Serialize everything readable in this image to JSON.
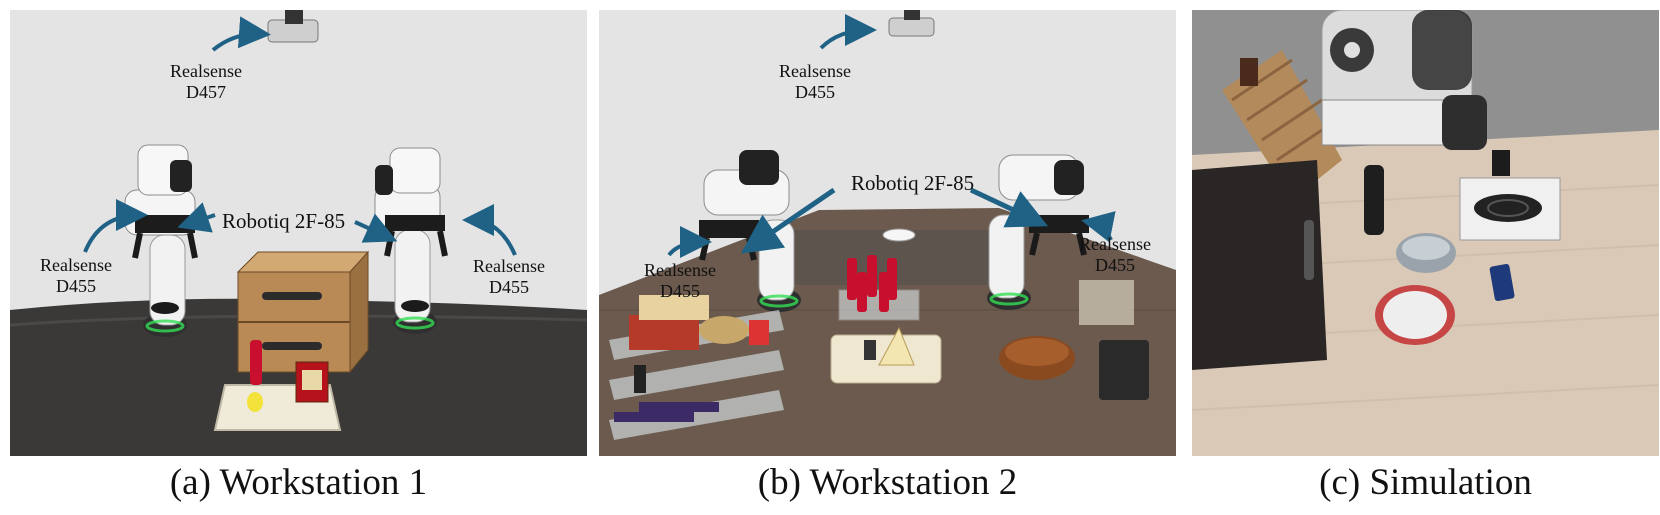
{
  "panels": [
    {
      "caption": "(a) Workstation 1",
      "labels": {
        "top_camera": [
          "Realsense",
          "D457"
        ],
        "gripper": "Robotiq 2F-85",
        "left_camera": [
          "Realsense",
          "D455"
        ],
        "right_camera": [
          "Realsense",
          "D455"
        ]
      }
    },
    {
      "caption": "(b) Workstation 2",
      "labels": {
        "top_camera": [
          "Realsense",
          "D455"
        ],
        "gripper": "Robotiq 2F-85",
        "left_camera": [
          "Realsense",
          "D455"
        ],
        "right_camera": [
          "Realsense",
          "D455"
        ]
      }
    },
    {
      "caption": "(c) Simulation"
    }
  ],
  "colors": {
    "arrow": "#1f6286",
    "wall": "#e4e4e4",
    "table_mat": "#3a3938",
    "table_brown": "#6b5a4d",
    "sim_floor": "#d9c9b6",
    "sim_wall": "#8e8e8e"
  }
}
